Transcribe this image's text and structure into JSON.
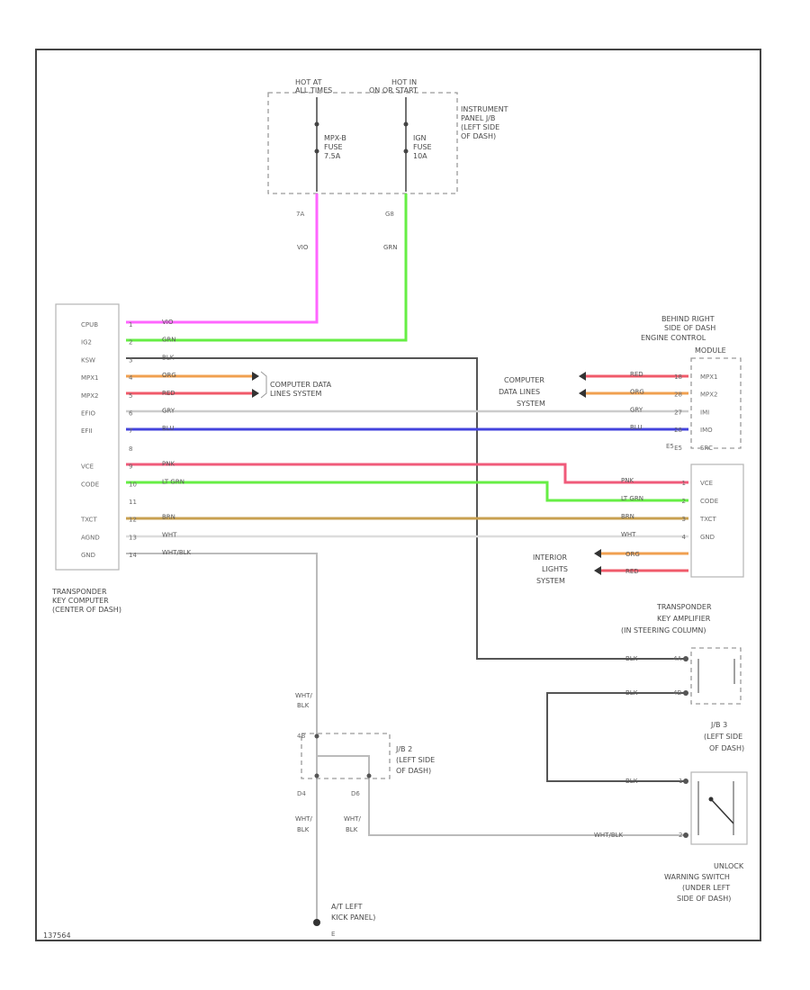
{
  "colors": {
    "vio": "#ff66ff",
    "grn": "#66ee44",
    "blk": "#555555",
    "org": "#f0a050",
    "red": "#f05a6a",
    "gry": "#cccccc",
    "blu": "#4444dd",
    "pnk": "#f05a7a",
    "ltgrn": "#66ee44",
    "brn": "#c8a050",
    "wht": "#dddddd"
  },
  "fuse_box": {
    "hot_at_all_times": [
      "HOT AT",
      "ALL TIMES"
    ],
    "hot_in_on_or_start": [
      "HOT IN",
      "ON OR START"
    ],
    "label": [
      "INSTRUMENT",
      "PANEL J/B",
      "(LEFT SIDE",
      "OF DASH)"
    ],
    "fuse1": [
      "MPX-B",
      "FUSE",
      "7.5A"
    ],
    "fuse2": [
      "IGN",
      "FUSE",
      "10A"
    ],
    "pin1": "7A",
    "pin2": "G8",
    "wire1": "VIO",
    "wire2": "GRN"
  },
  "tkc": {
    "label": [
      "TRANSPONDER",
      "KEY COMPUTER",
      "(CENTER OF DASH)"
    ],
    "pins": [
      {
        "name": "CPUB",
        "num": "1",
        "wire": "VIO"
      },
      {
        "name": "IG2",
        "num": "2",
        "wire": "GRN"
      },
      {
        "name": "KSW",
        "num": "3",
        "wire": "BLK"
      },
      {
        "name": "MPX1",
        "num": "4",
        "wire": "ORG"
      },
      {
        "name": "MPX2",
        "num": "5",
        "wire": "RED"
      },
      {
        "name": "EFIO",
        "num": "6",
        "wire": "GRY"
      },
      {
        "name": "EFII",
        "num": "7",
        "wire": "BLU"
      },
      {
        "name": "",
        "num": "8",
        "wire": ""
      },
      {
        "name": "VCE",
        "num": "9",
        "wire": "PNK"
      },
      {
        "name": "CODE",
        "num": "10",
        "wire": "LT GRN"
      },
      {
        "name": "",
        "num": "11",
        "wire": ""
      },
      {
        "name": "TXCT",
        "num": "12",
        "wire": "BRN"
      },
      {
        "name": "AGND",
        "num": "13",
        "wire": "WHT"
      },
      {
        "name": "GND",
        "num": "14",
        "wire": "WHT/BLK"
      }
    ]
  },
  "computer_data_lines_left": [
    "COMPUTER DATA",
    "LINES SYSTEM"
  ],
  "ecm": {
    "label": [
      "BEHIND RIGHT",
      "SIDE OF DASH",
      "ENGINE CONTROL",
      "MODULE"
    ],
    "pins": [
      {
        "name": "MPX1",
        "num": "18",
        "wire": "RED"
      },
      {
        "name": "MPX2",
        "num": "28",
        "wire": "ORG"
      },
      {
        "name": "IMI",
        "num": "27",
        "wire": "GRY"
      },
      {
        "name": "IMO",
        "num": "28",
        "wire": "BLU"
      },
      {
        "name": "SRC",
        "num": "E5",
        "wire": ""
      }
    ],
    "computer_data_lines": [
      "COMPUTER",
      "DATA LINES",
      "SYSTEM"
    ],
    "conn": "E5"
  },
  "amp": {
    "label": [
      "TRANSPONDER",
      "KEY AMPLIFIER",
      "(IN STEERING COLUMN)"
    ],
    "pins": [
      {
        "name": "VCE",
        "num": "1",
        "wire": "PNK"
      },
      {
        "name": "CODE",
        "num": "2",
        "wire": "LT GRN"
      },
      {
        "name": "TXCT",
        "num": "3",
        "wire": "BRN"
      },
      {
        "name": "GND",
        "num": "4",
        "wire": "WHT"
      }
    ],
    "interior_lights": [
      "INTERIOR",
      "LIGHTS",
      "SYSTEM"
    ],
    "il_wire1": "ORG",
    "il_wire2": "RED"
  },
  "jb3": {
    "label": [
      "J/B 3",
      "(LEFT SIDE",
      "OF DASH)"
    ],
    "pin_top": "4A",
    "pin1": "4A",
    "pin2": "4B",
    "wire_in": "BLK",
    "wire_out": "BLK"
  },
  "jb2": {
    "label": [
      "J/B 2",
      "(LEFT SIDE",
      "OF DASH)"
    ],
    "pin_top": "4B",
    "pin_bl": "D4",
    "pin_br": "D6"
  },
  "unlock_switch": {
    "label": [
      "UNLOCK",
      "WARNING SWITCH",
      "(UNDER LEFT",
      "SIDE OF DASH)"
    ],
    "pin1": "1",
    "pin2": "2",
    "wire_top": "BLK",
    "wire_bot": "WHT/BLK"
  },
  "ground": {
    "label": [
      "A/T LEFT",
      "KICK PANEL)"
    ],
    "id": "E"
  },
  "gnd_wire_top": [
    "WHT/",
    "BLK"
  ],
  "gnd_wire_mid1": [
    "WHT/",
    "BLK"
  ],
  "gnd_wire_mid2": [
    "WHT/",
    "BLK"
  ],
  "footer_code": "137564"
}
